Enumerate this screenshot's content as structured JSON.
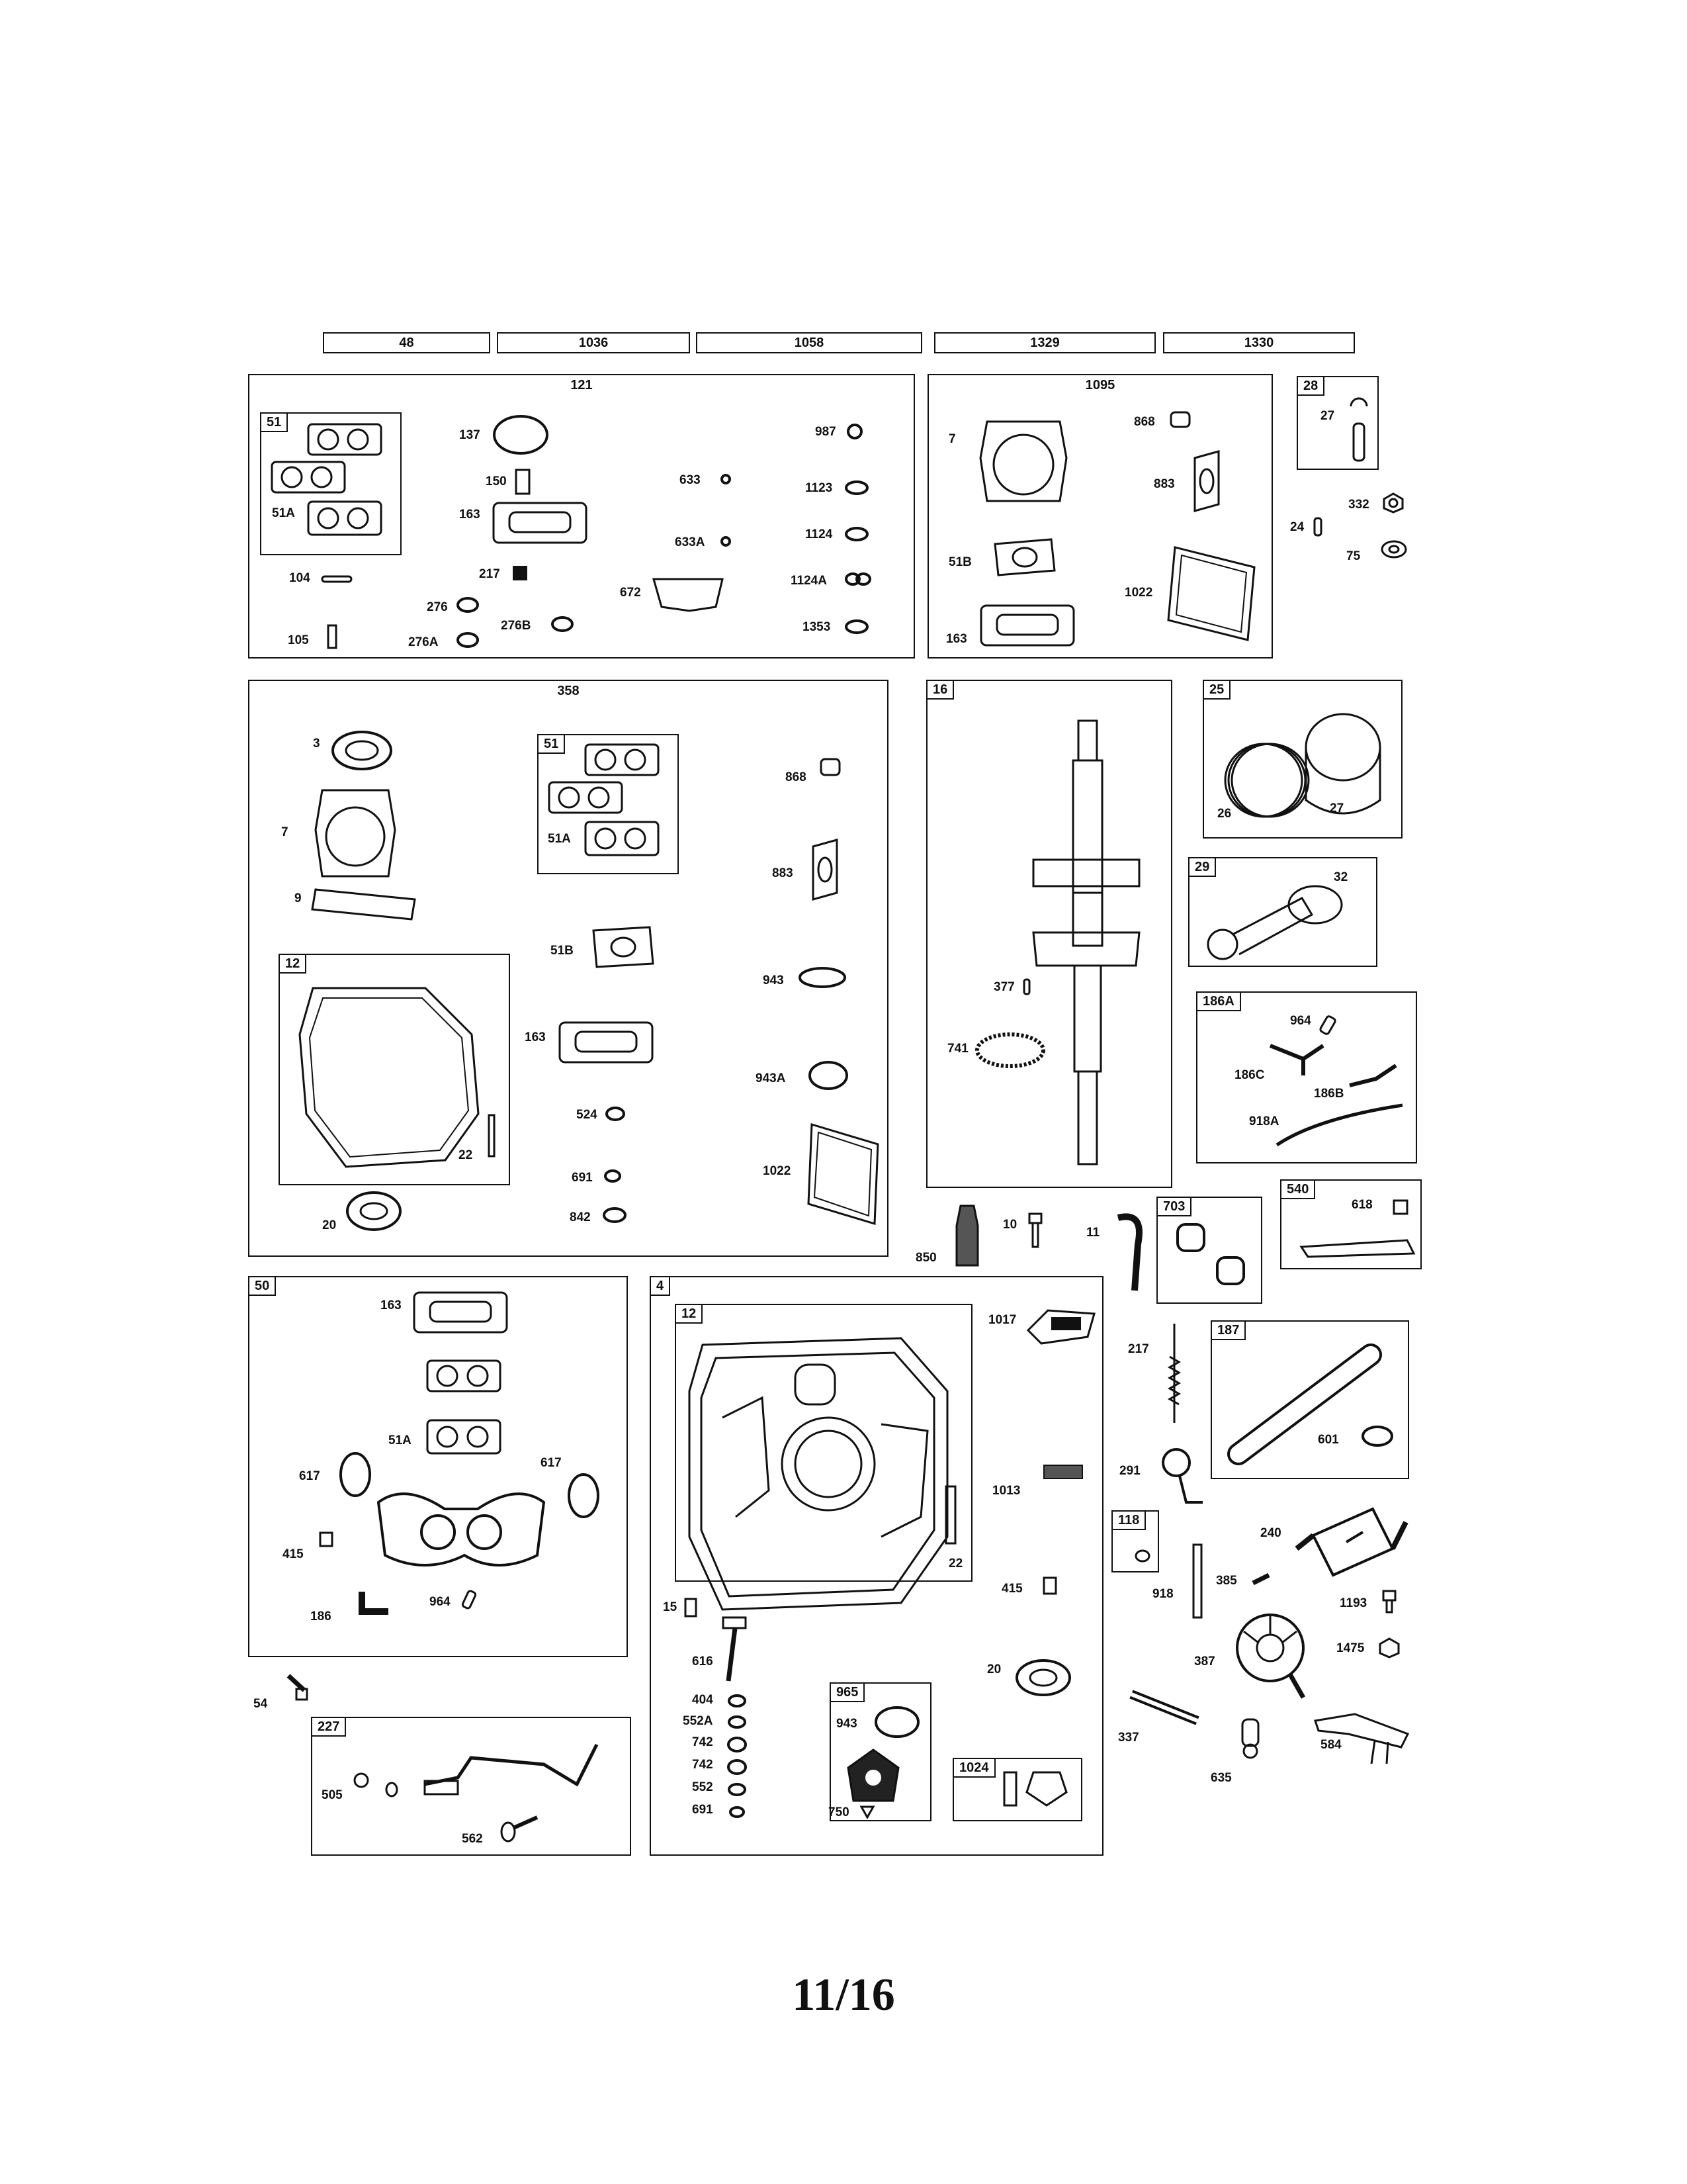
{
  "header_models": [
    "48",
    "1036",
    "1058",
    "1329",
    "1330"
  ],
  "groups": {
    "g121": {
      "title": "121",
      "sub51": "51",
      "labels": {
        "p137": "137",
        "p150": "150",
        "p163": "163",
        "p217": "217",
        "p104": "104",
        "p276": "276",
        "p276a": "276A",
        "p276b": "276B",
        "p105": "105",
        "p51a": "51A",
        "p633": "633",
        "p633a": "633A",
        "p672": "672",
        "p987": "987",
        "p1123": "1123",
        "p1124": "1124",
        "p1124a": "1124A",
        "p1353": "1353"
      }
    },
    "g1095": {
      "title": "1095",
      "labels": {
        "p7": "7",
        "p868": "868",
        "p883": "883",
        "p51b": "51B",
        "p1022": "1022",
        "p163": "163"
      }
    },
    "g28": {
      "tag": "28",
      "labels": {
        "p27": "27"
      }
    },
    "g358": {
      "title": "358",
      "sub51": "51",
      "sub12": "12",
      "labels": {
        "p3": "3",
        "p7": "7",
        "p9": "9",
        "p22": "22",
        "p20": "20",
        "p51a": "51A",
        "p51b": "51B",
        "p163": "163",
        "p524": "524",
        "p691": "691",
        "p842": "842",
        "p868": "868",
        "p883": "883",
        "p943": "943",
        "p943a": "943A",
        "p1022": "1022"
      }
    },
    "g16": {
      "tag": "16",
      "labels": {
        "p377": "377",
        "p741": "741"
      }
    },
    "g25": {
      "tag": "25",
      "labels": {
        "p26": "26",
        "p27": "27"
      }
    },
    "g29": {
      "tag": "29",
      "labels": {
        "p32": "32"
      }
    },
    "g186a": {
      "tag": "186A",
      "labels": {
        "p964": "964",
        "p186c": "186C",
        "p186b": "186B",
        "p918a": "918A"
      }
    },
    "g540": {
      "tag": "540",
      "labels": {
        "p618": "618"
      }
    },
    "g703": {
      "tag": "703"
    },
    "g187": {
      "tag": "187",
      "labels": {
        "p601": "601"
      }
    },
    "g118": {
      "tag": "118"
    },
    "g50": {
      "tag": "50",
      "labels": {
        "p163": "163",
        "p51a": "51A",
        "p617a": "617",
        "p617b": "617",
        "p415": "415",
        "p186": "186",
        "p964": "964"
      }
    },
    "g4": {
      "tag": "4",
      "sub12": "12",
      "sub965": "965",
      "sub1024": "1024",
      "labels": {
        "p1017": "1017",
        "p1013": "1013",
        "p22": "22",
        "p415": "415",
        "p15": "15",
        "p616": "616",
        "p404": "404",
        "p552a": "552A",
        "p742a": "742",
        "p742b": "742",
        "p552": "552",
        "p691": "691",
        "p20": "20",
        "p943": "943",
        "p750": "750"
      }
    },
    "g227": {
      "tag": "227",
      "labels": {
        "p505": "505",
        "p562": "562"
      }
    }
  },
  "loose_labels": {
    "p332": "332",
    "p24": "24",
    "p75": "75",
    "p850": "850",
    "p10": "10",
    "p11": "11",
    "p217": "217",
    "p291": "291",
    "p918": "918",
    "p385": "385",
    "p240": "240",
    "p1193": "1193",
    "p1475": "1475",
    "p387": "387",
    "p337": "337",
    "p635": "635",
    "p584": "584",
    "p54": "54"
  },
  "page_number": "11/16"
}
